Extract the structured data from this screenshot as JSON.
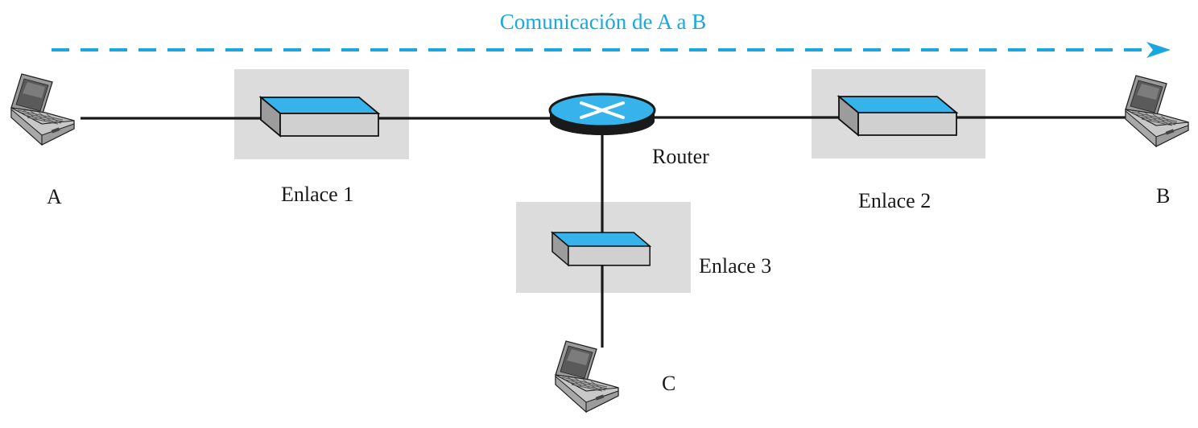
{
  "title": "Comunicación de A a B",
  "nodes": {
    "a": {
      "label": "A"
    },
    "b": {
      "label": "B"
    },
    "c": {
      "label": "C"
    },
    "router": {
      "label": "Router"
    },
    "link1": {
      "label": "Enlace 1"
    },
    "link2": {
      "label": "Enlace 2"
    },
    "link3": {
      "label": "Enlace 3"
    }
  },
  "colors": {
    "accent": "#1aa7e0",
    "device_top": "#35b3ea",
    "link_bg": "#dcdcdc",
    "wire": "#1a1a1a"
  },
  "icons": {
    "laptop": "laptop-icon",
    "switch": "switch-icon",
    "router": "router-icon",
    "arrow": "arrow-right-icon"
  }
}
